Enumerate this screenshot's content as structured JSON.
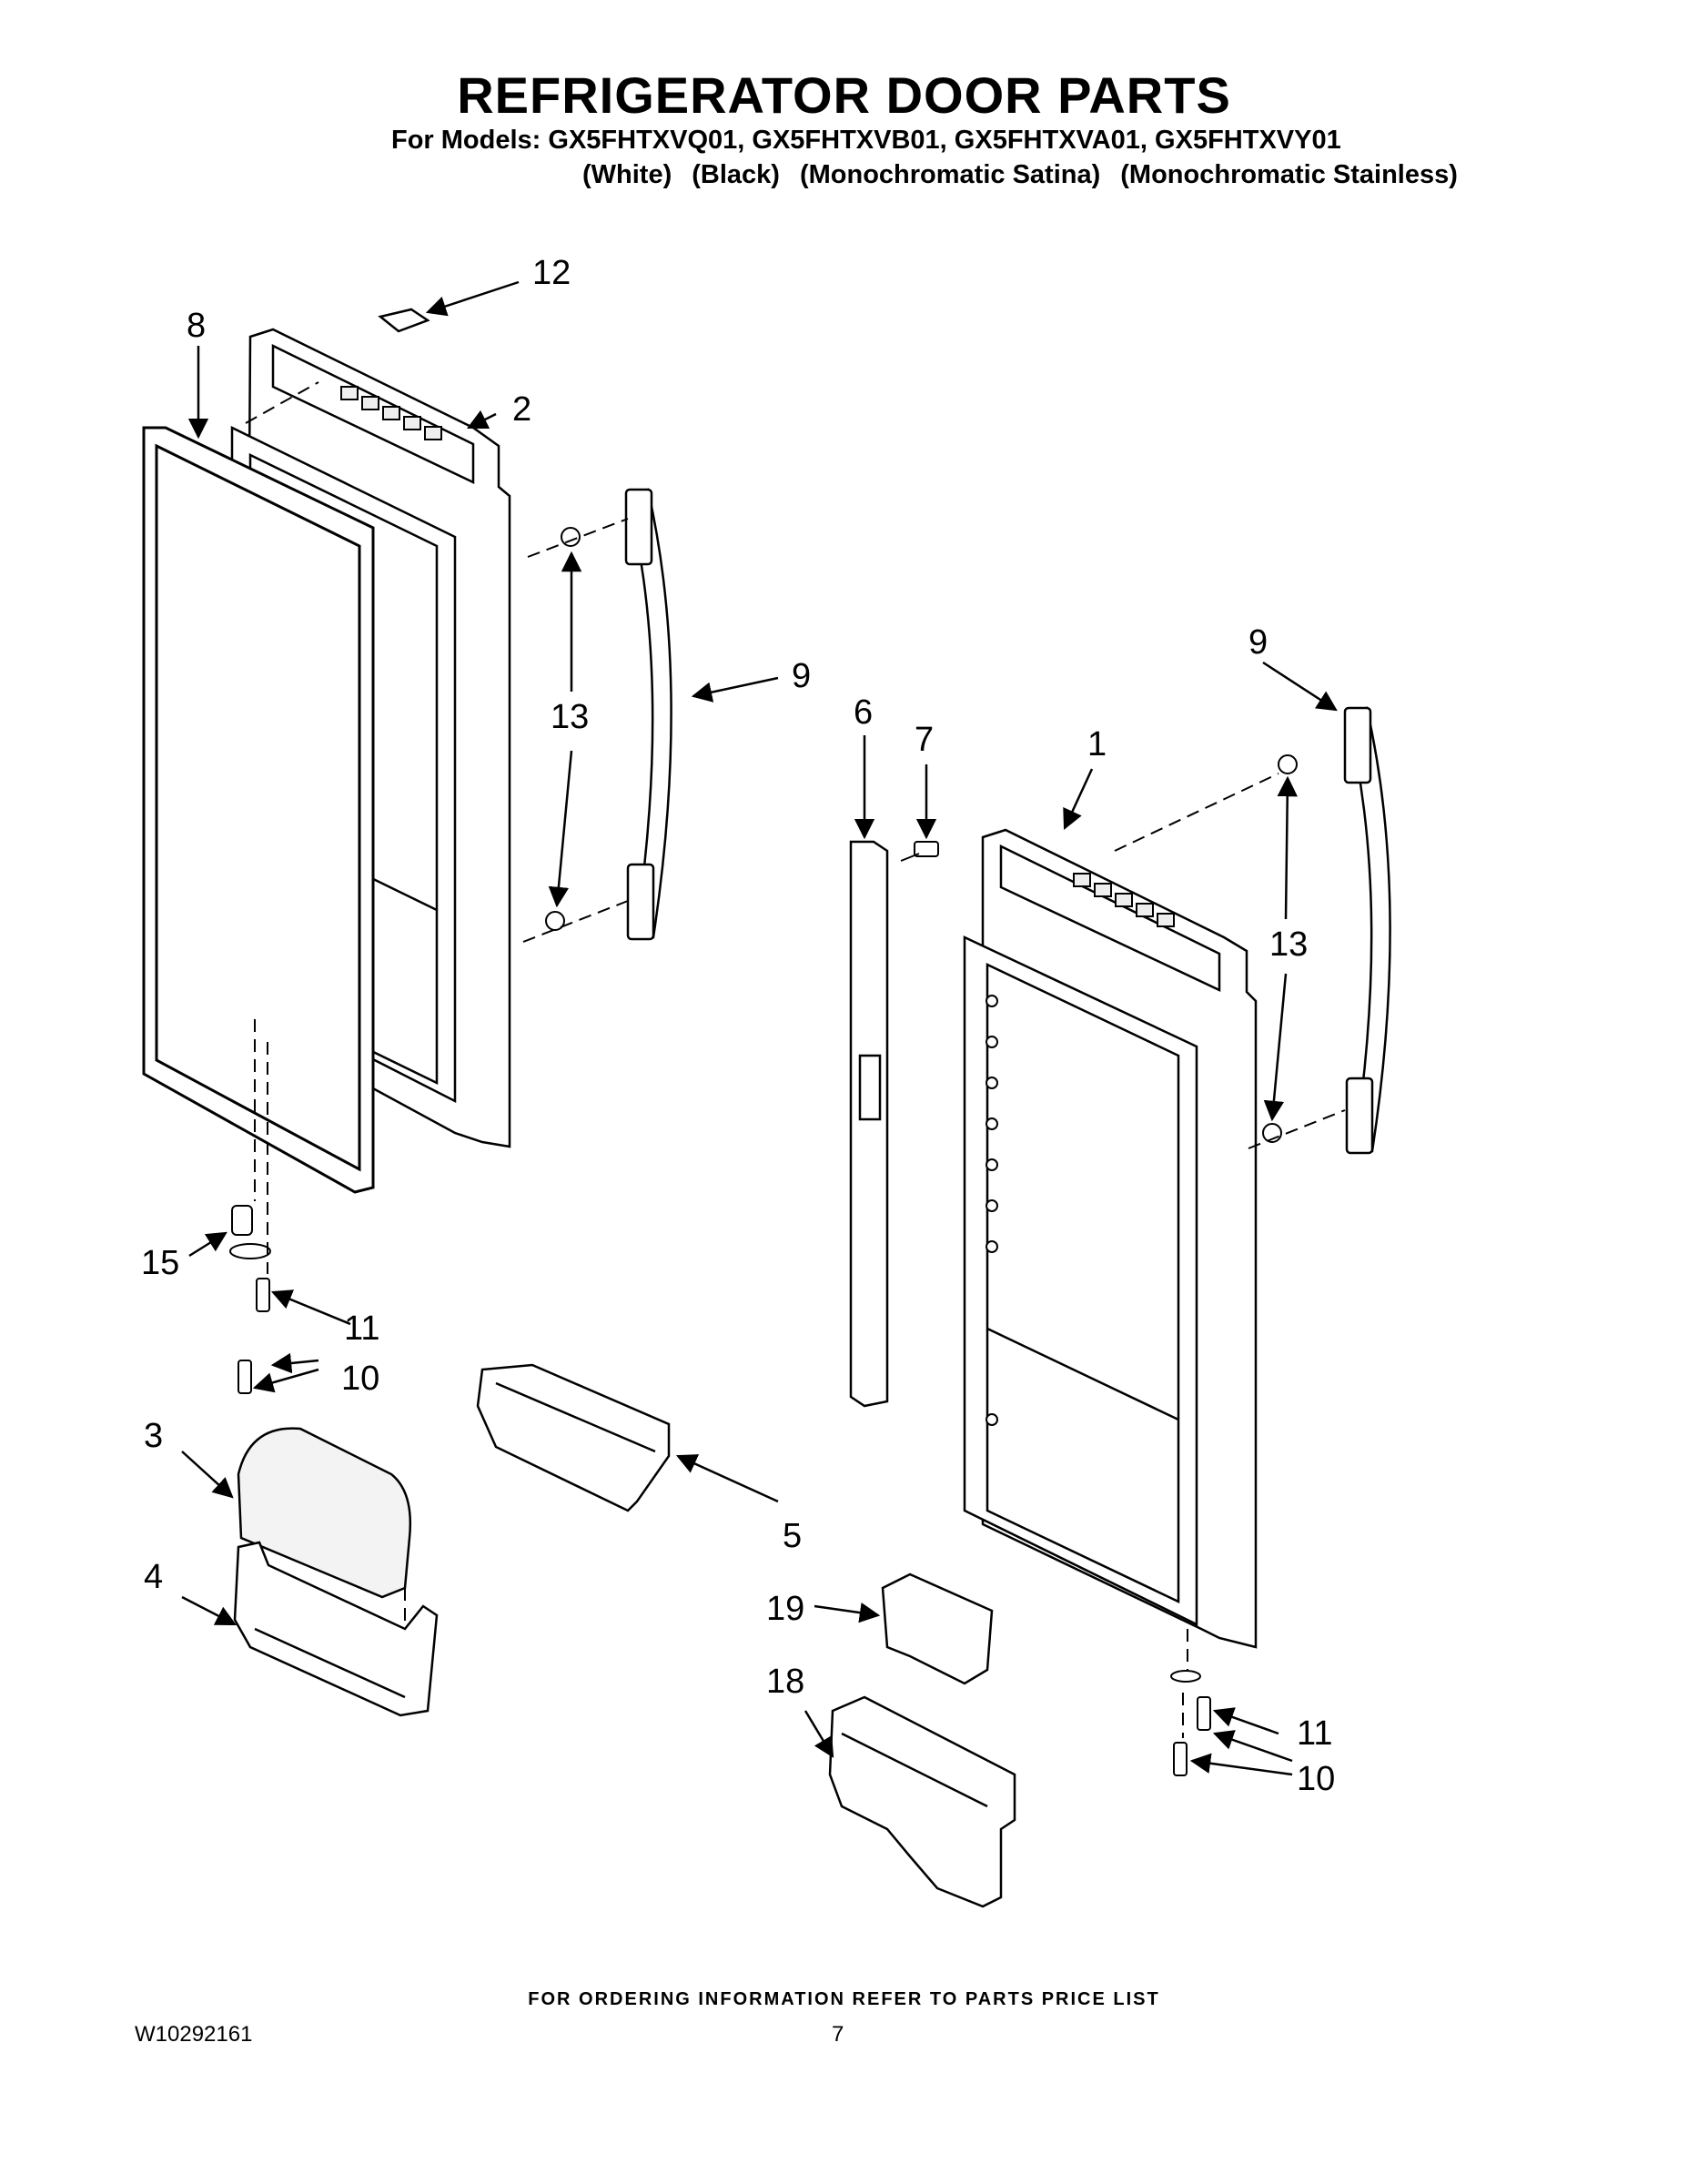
{
  "header": {
    "title": "REFRIGERATOR DOOR PARTS",
    "models": "For Models: GX5FHTXVQ01, GX5FHTXVB01, GX5FHTXVA01, GX5FHTXVY01",
    "variants": [
      "(White)",
      "(Black)",
      "(Monochromatic Satina)",
      "(Monochromatic Stainless)"
    ]
  },
  "callouts": [
    "12",
    "8",
    "2",
    "9",
    "13",
    "6",
    "7",
    "1",
    "9",
    "13",
    "15",
    "11",
    "10",
    "3",
    "4",
    "5",
    "19",
    "18",
    "11",
    "10"
  ],
  "footer": {
    "ordering_note": "FOR ORDERING INFORMATION REFER TO PARTS PRICE LIST",
    "doc_number": "W10292161",
    "page_number": "7"
  }
}
